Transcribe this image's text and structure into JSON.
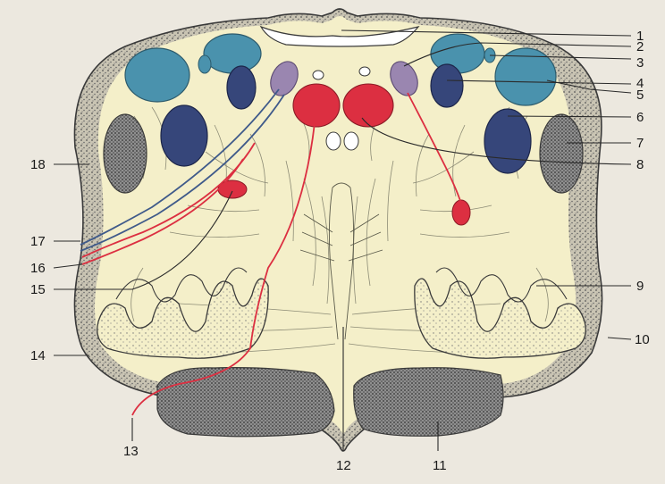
{
  "figure": {
    "colors": {
      "background": "#ece8df",
      "section_fill": "#f4efc9",
      "outline": "#3a3a3a",
      "light_blue_nucleus": "#4a92ad",
      "dark_blue_nucleus": "#36467a",
      "lilac_nucleus": "#9a86b0",
      "red_nucleus": "#dc2f41",
      "red_tract": "#dc2f41",
      "blue_tract": "#3f5a8a",
      "stipple_fill": "#8a8a8a"
    },
    "labels": [
      {
        "id": "l1",
        "text": "1"
      },
      {
        "id": "l2",
        "text": "2"
      },
      {
        "id": "l3",
        "text": "3"
      },
      {
        "id": "l4",
        "text": "4"
      },
      {
        "id": "l5",
        "text": "5"
      },
      {
        "id": "l6",
        "text": "6"
      },
      {
        "id": "l7",
        "text": "7"
      },
      {
        "id": "l8",
        "text": "8"
      },
      {
        "id": "l9",
        "text": "9"
      },
      {
        "id": "l10",
        "text": "10"
      },
      {
        "id": "l11",
        "text": "11"
      },
      {
        "id": "l12",
        "text": "12"
      },
      {
        "id": "l13",
        "text": "13"
      },
      {
        "id": "l14",
        "text": "14"
      },
      {
        "id": "l15",
        "text": "15"
      },
      {
        "id": "l16",
        "text": "16"
      },
      {
        "id": "l17",
        "text": "17"
      },
      {
        "id": "l18",
        "text": "18"
      }
    ]
  }
}
